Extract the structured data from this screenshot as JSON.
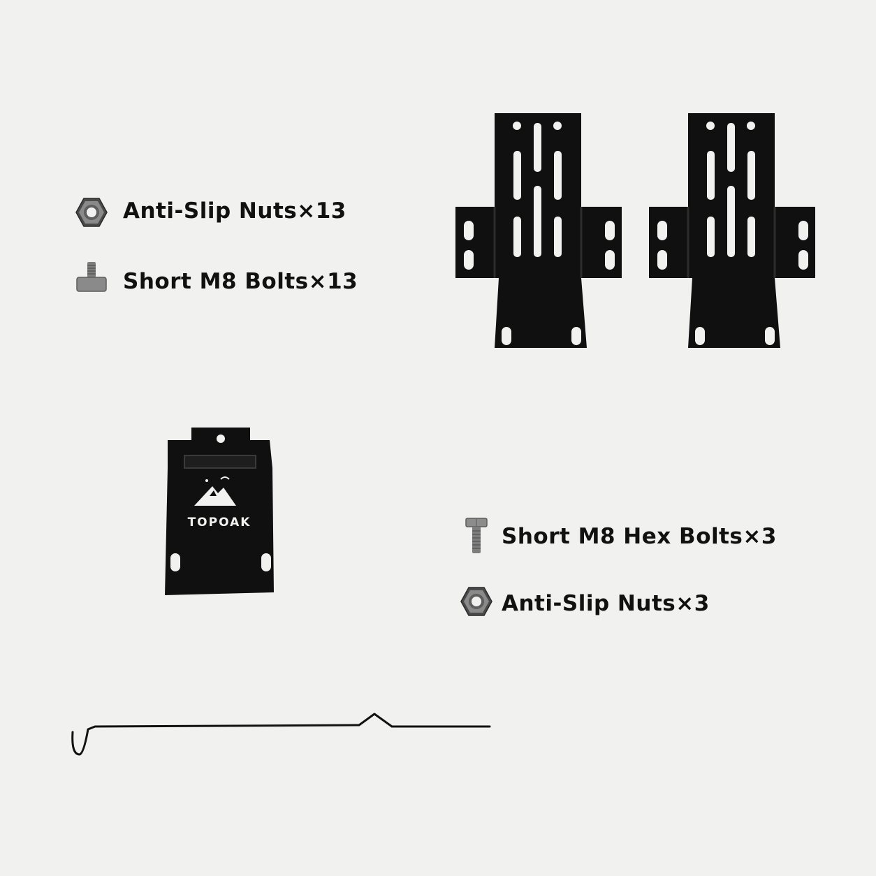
{
  "items": {
    "nuts_13": {
      "label": "Anti-Slip Nuts×13",
      "icon": "hex-nut-icon"
    },
    "bolts_13": {
      "label": "Short M8 Bolts×13",
      "icon": "t-bolt-icon"
    },
    "hex_bolts_3": {
      "label": "Short M8 Hex Bolts×3",
      "icon": "hex-bolt-icon"
    },
    "nuts_3": {
      "label": "Anti-Slip Nuts×3",
      "icon": "hex-nut-icon"
    }
  },
  "plate": {
    "brand": "TOPOAK"
  },
  "colors": {
    "background": "#f1f1f0",
    "metal": "#101010",
    "text": "#111111"
  }
}
